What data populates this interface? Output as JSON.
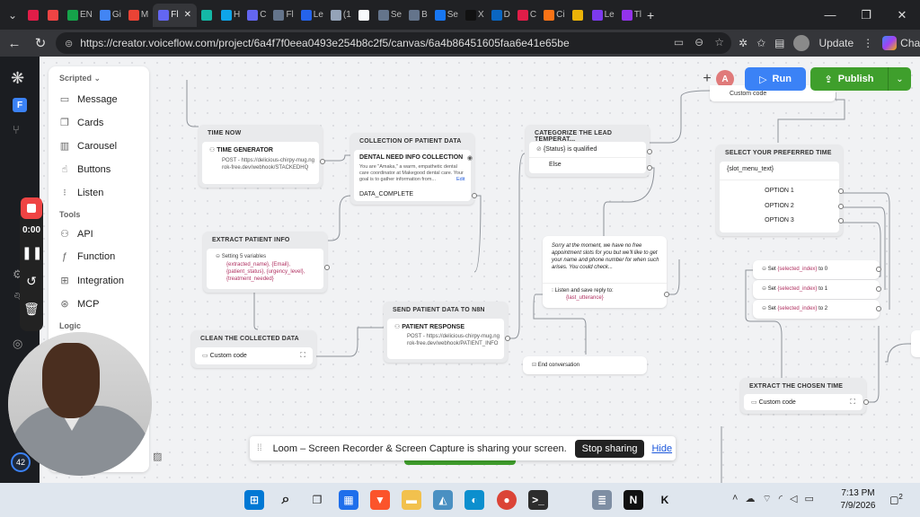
{
  "browser": {
    "url": "https://creator.voiceflow.com/project/6a4f7f0eea0493e254b8c2f5/canvas/6a4b86451605faa6e41e65be",
    "update_label": "Update",
    "chat_label": "Chat",
    "tabs": [
      {
        "label": "",
        "color": "#e11d48"
      },
      {
        "label": "",
        "color": "#ef4444"
      },
      {
        "label": "EN",
        "color": "#16a34a"
      },
      {
        "label": "Gi",
        "color": "#4285f4"
      },
      {
        "label": "M",
        "color": "#ea4335"
      },
      {
        "label": "Fl",
        "color": "#6366f1",
        "active": true
      },
      {
        "label": "",
        "color": "#14b8a6"
      },
      {
        "label": "H",
        "color": "#0ea5e9"
      },
      {
        "label": "C",
        "color": "#6366f1"
      },
      {
        "label": "Fl",
        "color": "#64748b"
      },
      {
        "label": "Le",
        "color": "#2563eb"
      },
      {
        "label": "(1",
        "color": "#94a3b8"
      },
      {
        "label": "",
        "color": "#f8fafc"
      },
      {
        "label": "Se",
        "color": "#64748b"
      },
      {
        "label": "B",
        "color": "#64748b"
      },
      {
        "label": "Se",
        "color": "#1877f2"
      },
      {
        "label": "X",
        "color": "#111111"
      },
      {
        "label": "D",
        "color": "#0a66c2"
      },
      {
        "label": "C",
        "color": "#e11d48"
      },
      {
        "label": "Ci",
        "color": "#f97316"
      },
      {
        "label": "",
        "color": "#eab308"
      },
      {
        "label": "Le",
        "color": "#7c3aed"
      },
      {
        "label": "Tl",
        "color": "#9333ea"
      }
    ]
  },
  "leftbar": {
    "loom_time": "0:00",
    "badge": "42"
  },
  "panel": {
    "section_scripted": "Scripted",
    "scripted_items": [
      {
        "label": "Message",
        "icon": "message-icon"
      },
      {
        "label": "Cards",
        "icon": "cards-icon"
      },
      {
        "label": "Carousel",
        "icon": "carousel-icon"
      },
      {
        "label": "Buttons",
        "icon": "buttons-icon"
      },
      {
        "label": "Listen",
        "icon": "listen-icon"
      }
    ],
    "section_tools": "Tools",
    "tool_items": [
      {
        "label": "API",
        "icon": "api-icon"
      },
      {
        "label": "Function",
        "icon": "function-icon"
      },
      {
        "label": "Integration",
        "icon": "integration-icon"
      },
      {
        "label": "MCP",
        "icon": "mcp-icon"
      }
    ],
    "section_logic": "Logic"
  },
  "topbar": {
    "run_label": "Run",
    "publish_label": "Publish",
    "user_initial": "A",
    "custom_code_top": "Custom code"
  },
  "nodes": {
    "time_now": {
      "title": "TIME NOW",
      "step": "TIME GENERATOR",
      "detail": "POST - https://delicious-chirpy-mug.ngrok-free.dev/webhook/STACKEDHQ"
    },
    "collection": {
      "title": "COLLECTION OF PATIENT DATA",
      "step": "DENTAL NEED INFO COLLECTION",
      "detail": "You are \"Amaka,\" a warm, empathetic dental care coordinator at Makegood dental care. Your goal is to gather information from...",
      "edit": "Edit",
      "exit": "DATA_COMPLETE"
    },
    "categorize": {
      "title": "CATEGORIZE THE LEAD TEMPERAT...",
      "cond_pre": "{Status}",
      "cond_post": "is qualified",
      "else": "Else"
    },
    "select_time": {
      "title": "SELECT YOUR PREFERRED TIME",
      "menu": "{slot_menu_text}",
      "options": [
        "OPTION 1",
        "OPTION 2",
        "OPTION 3"
      ]
    },
    "extract_info": {
      "title": "EXTRACT PATIENT INFO",
      "setting": "Setting 5 variables",
      "vars": "{extracted_name}, {Email}, {patient_status}, {urgency_level}, {treatment_needed}"
    },
    "sorry": {
      "message": "Sorry at the moment, we have no free appointment slots for you but we'll like to get your name and phone number for when such arises. You could check...",
      "listen": "Listen and save reply to:",
      "listen_var": "{last_utterance}"
    },
    "set_index": [
      {
        "pre": "Set",
        "var": "{selected_index}",
        "post": "to 0"
      },
      {
        "pre": "Set",
        "var": "{selected_index}",
        "post": "to 1"
      },
      {
        "pre": "Set",
        "var": "{selected_index}",
        "post": "to 2"
      }
    ],
    "clean": {
      "title": "CLEAN THE COLLECTED DATA",
      "step": "Custom code"
    },
    "send_n8n": {
      "title": "SEND PATIENT DATA TO N8N",
      "step": "PATIENT RESPONSE",
      "detail": "POST - https://delicious-chirpy-mug.ngrok-free.dev/webhook/PATIENT_INFO"
    },
    "end": {
      "label": "End conversation"
    },
    "extract_time": {
      "title": "EXTRACT THE CHOSEN TIME",
      "step": "Custom code"
    }
  },
  "share_bar": {
    "message": "Loom – Screen Recorder & Screen Capture is sharing your screen.",
    "stop": "Stop sharing",
    "hide": "Hide"
  },
  "taskbar": {
    "time": "7:13 PM",
    "date": "7/9/2026",
    "notifications": "2"
  }
}
